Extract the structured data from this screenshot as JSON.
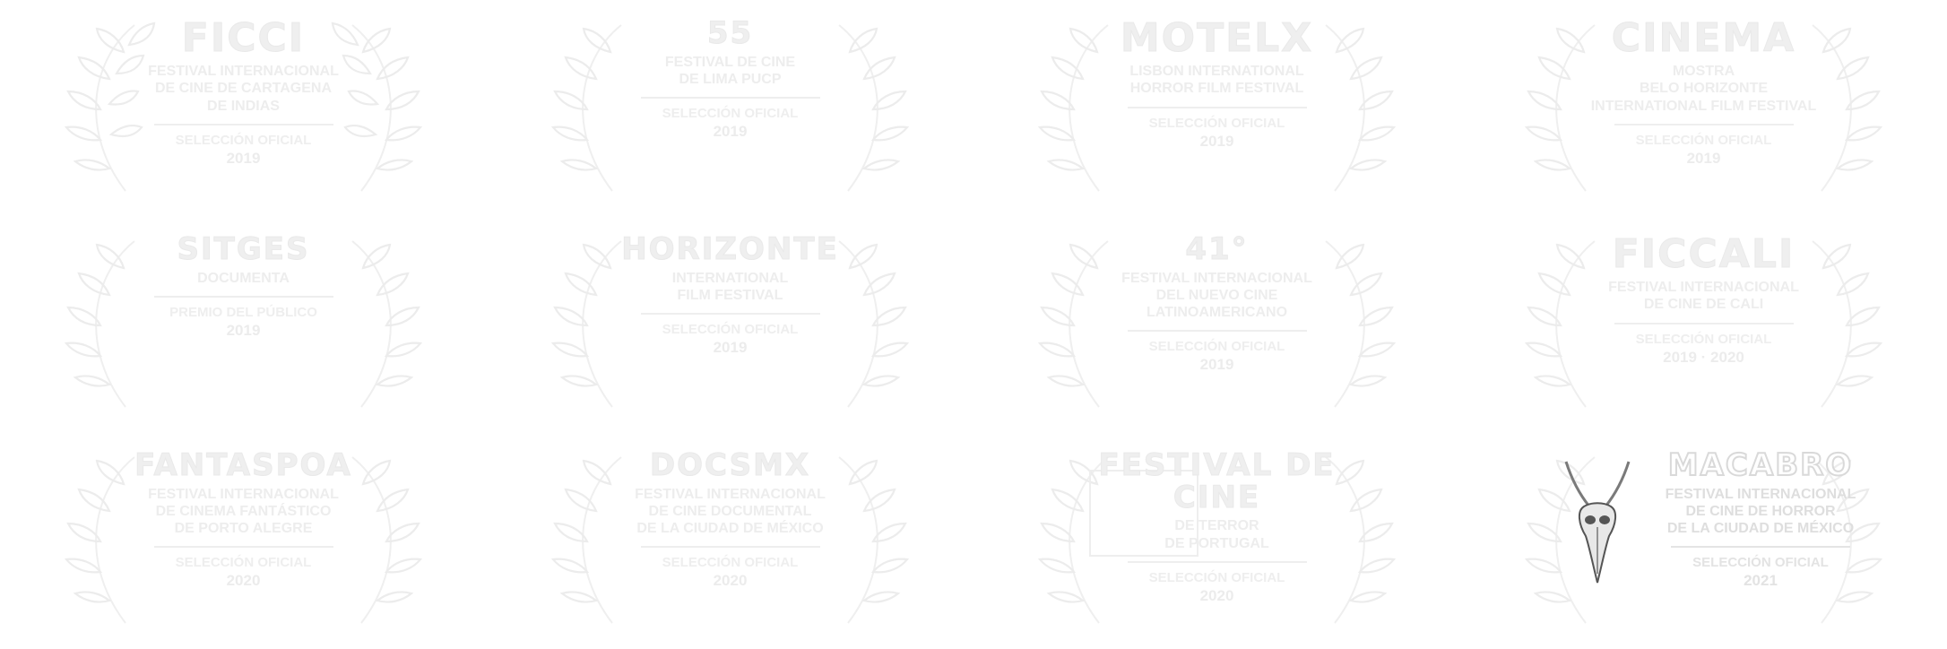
{
  "colors": {
    "background": "#ffffff",
    "ink": "#ececec",
    "accent_ink": "#d9d9d9"
  },
  "laurels": [
    {
      "name": "FICCI",
      "sub": "FESTIVAL INTERNACIONAL\nDE CINE DE CARTAGENA\nDE INDIAS",
      "section": "SELECCIÓN OFICIAL",
      "year": "2019"
    },
    {
      "name": "55",
      "sub": "FESTIVAL DE CINE\nDE LIMA PUCP",
      "section": "SELECCIÓN OFICIAL",
      "year": "2019"
    },
    {
      "name": "MOTELX",
      "sub": "LISBON INTERNATIONAL\nHORROR FILM FESTIVAL",
      "section": "SELECCIÓN OFICIAL",
      "year": "2019"
    },
    {
      "name": "CINEMA",
      "sub": "MOSTRA\nBELO HORIZONTE\nINTERNATIONAL FILM FESTIVAL",
      "section": "SELECCIÓN OFICIAL",
      "year": "2019"
    },
    {
      "name": "SITGES",
      "sub": "DOCUMENTA",
      "section": "PREMIO DEL PÚBLICO",
      "year": "2019"
    },
    {
      "name": "HORIZONTE",
      "sub": "INTERNATIONAL\nFILM FESTIVAL",
      "section": "SELECCIÓN OFICIAL",
      "year": "2019"
    },
    {
      "name": "41°",
      "sub": "FESTIVAL INTERNACIONAL\nDEL NUEVO CINE\nLATINOAMERICANO",
      "section": "SELECCIÓN OFICIAL",
      "year": "2019"
    },
    {
      "name": "FICCALI",
      "sub": "FESTIVAL INTERNACIONAL\nDE CINE DE CALI",
      "section": "SELECCIÓN OFICIAL",
      "year": "2019 · 2020"
    },
    {
      "name": "FANTASPOA",
      "sub": "FESTIVAL INTERNACIONAL\nDE CINEMA FANTÁSTICO\nDE PORTO ALEGRE",
      "section": "SELECCIÓN OFICIAL",
      "year": "2020"
    },
    {
      "name": "DOCSMX",
      "sub": "FESTIVAL INTERNACIONAL\nDE CINE DOCUMENTAL\nDE LA CIUDAD DE MÉXICO",
      "section": "SELECCIÓN OFICIAL",
      "year": "2020"
    },
    {
      "name": "FESTIVAL DE CINE",
      "sub": "DE TERROR\nDE PORTUGAL",
      "section": "SELECCIÓN OFICIAL",
      "year": "2020"
    },
    {
      "name": "MACABRO",
      "sub": "FESTIVAL INTERNACIONAL\nDE CINE DE HORROR\nDE LA CIUDAD DE MÉXICO",
      "section": "SELECCIÓN OFICIAL",
      "year": "2021"
    }
  ]
}
